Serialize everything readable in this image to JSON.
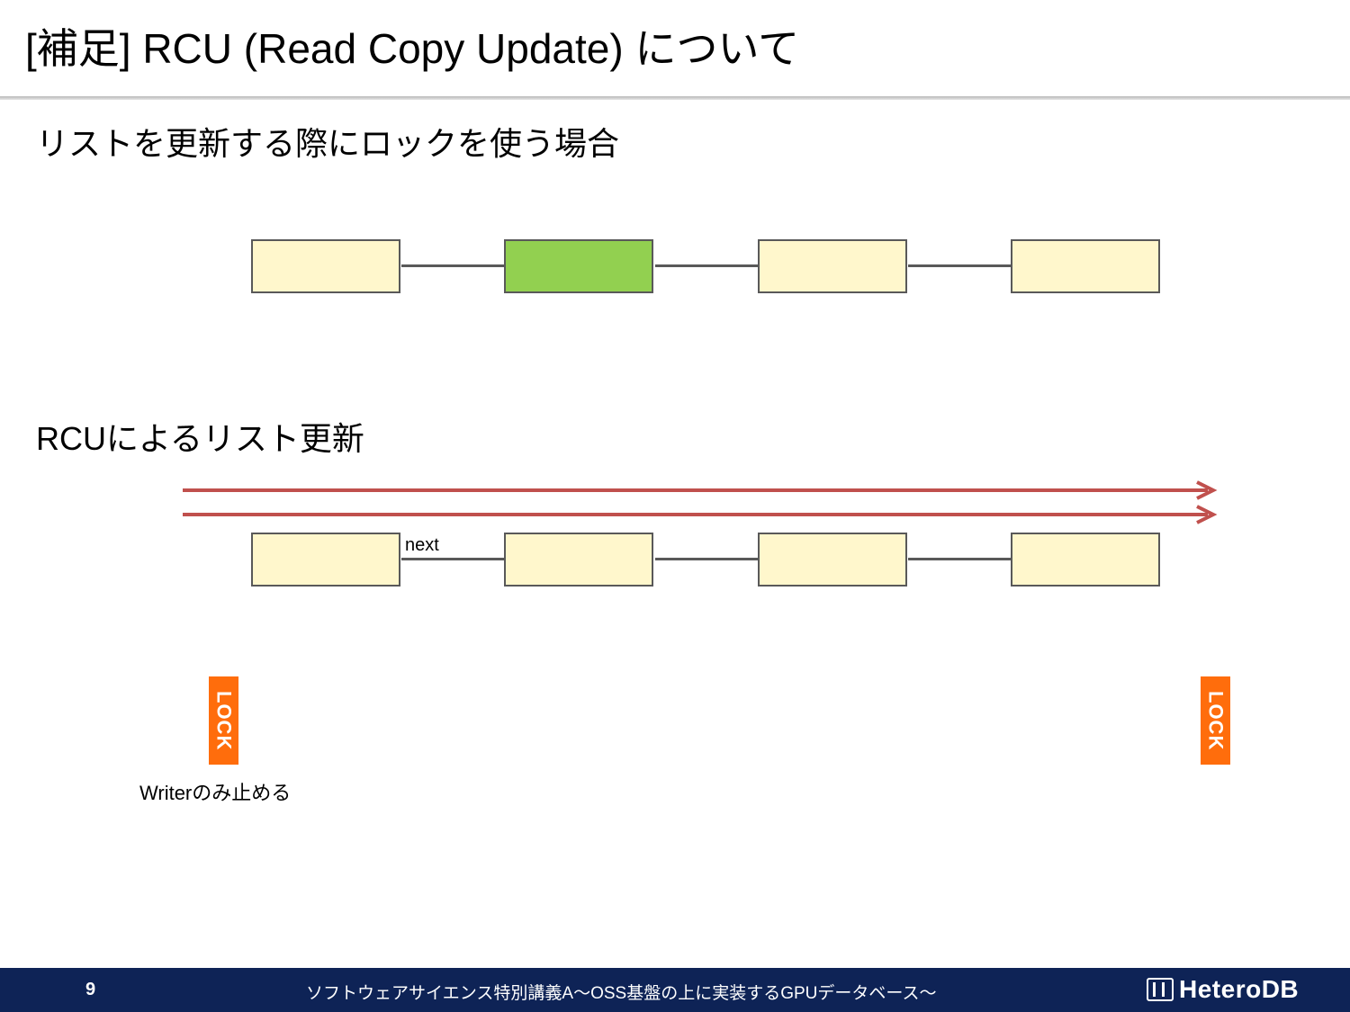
{
  "slide": {
    "title": "[補足] RCU (Read Copy Update) について",
    "section1_heading": "リストを更新する際にロックを使う場合",
    "section2_heading": "RCUによるリスト更新",
    "next_label": "next",
    "lock_label": "LOCK",
    "writer_note": "Writerのみ止める"
  },
  "diagram": {
    "node_color": "#fff7cc",
    "highlight_node_color": "#92d050",
    "border_color": "#595959",
    "arrow_color": "#c0504d",
    "lock_color": "#ff6d0c"
  },
  "footer": {
    "page_number": "9",
    "text": "ソフトウェアサイエンス特別講義A～OSS基盤の上に実装するGPUデータベース～",
    "brand": "HeteroDB",
    "background": "#0e2356"
  }
}
